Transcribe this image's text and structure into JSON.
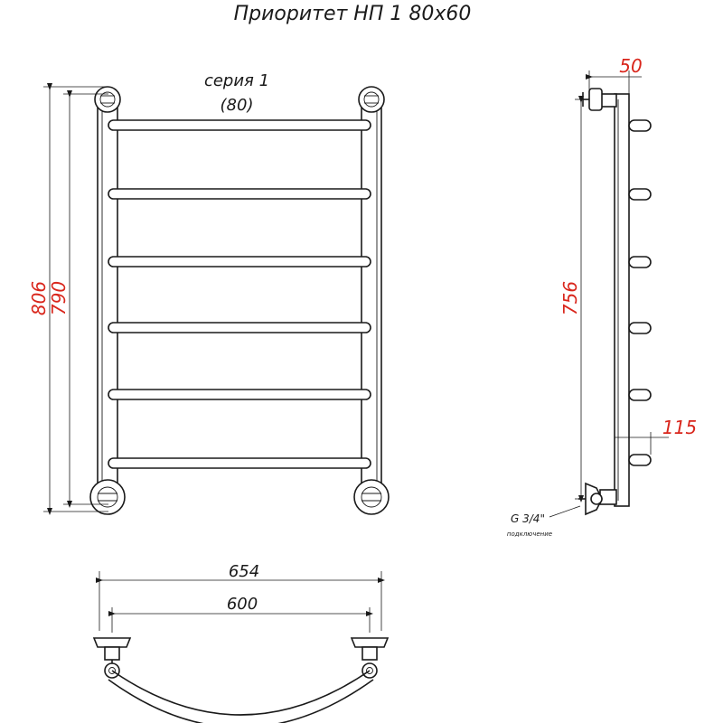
{
  "title": "Приоритет НП 1 80х60",
  "series_line1": "серия 1",
  "series_line2": "(80)",
  "front": {
    "height_outer": "806",
    "height_inner": "790"
  },
  "side": {
    "depth": "50",
    "height": "756",
    "bottom_offset": "115",
    "connection_label": "G 3/4\"",
    "connection_note": "подключение"
  },
  "bottom": {
    "width_outer": "654",
    "width_inner": "600"
  },
  "colors": {
    "dimension_red": "#d9261c",
    "line": "#1a1a1a"
  }
}
